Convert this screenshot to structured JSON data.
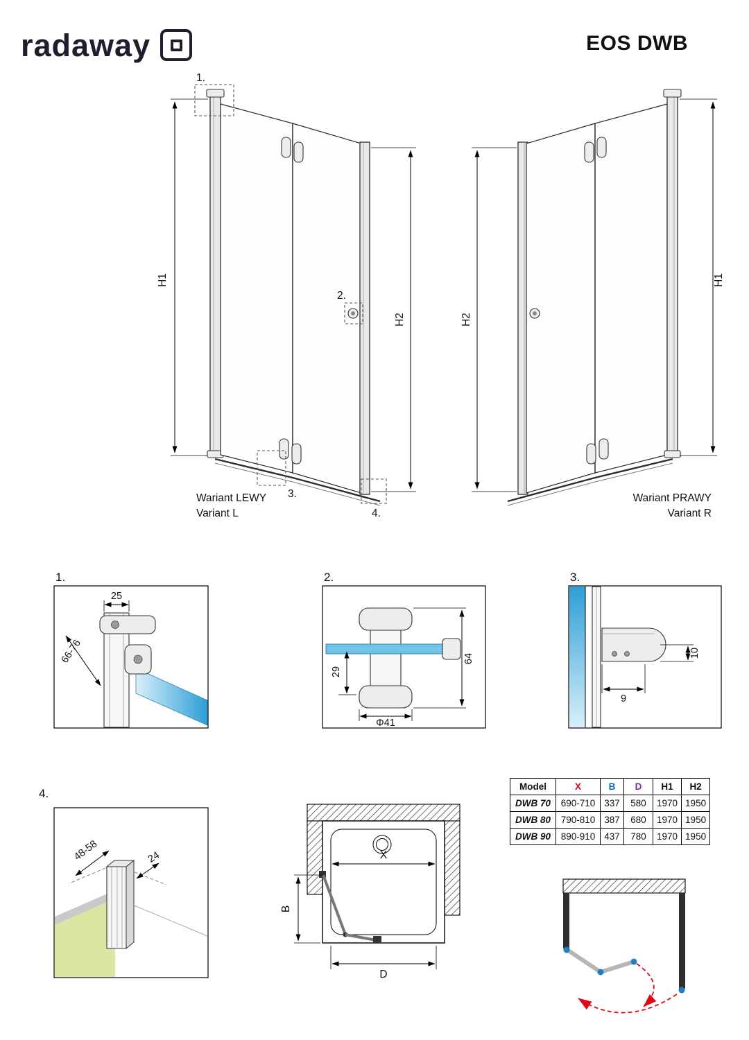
{
  "header": {
    "brand": "radaway",
    "title": "EOS DWB"
  },
  "views": {
    "left": {
      "h1": "H1",
      "h2": "H2",
      "caption1": "Wariant LEWY",
      "caption2": "Variant L",
      "callouts": {
        "c1": "1.",
        "c2": "2.",
        "c3": "3.",
        "c4": "4."
      }
    },
    "right": {
      "h1": "H1",
      "h2": "H2",
      "caption1": "Wariant PRAWY",
      "caption2": "Variant R"
    }
  },
  "details": {
    "d1": {
      "label": "1.",
      "dim_width": "25",
      "dim_range": "66-76"
    },
    "d2": {
      "label": "2.",
      "dim_offset": "29",
      "dim_dia": "Φ41",
      "dim_height": "64"
    },
    "d3": {
      "label": "3.",
      "dim_h": "10",
      "dim_w": "9"
    },
    "d4": {
      "label": "4.",
      "dim_range": "48-58",
      "dim_depth": "24"
    }
  },
  "plan": {
    "x": "X",
    "b": "B",
    "d": "D"
  },
  "table": {
    "headers": [
      "Model",
      "X",
      "B",
      "D",
      "H1",
      "H2"
    ],
    "rows": [
      [
        "DWB 70",
        "690-710",
        "337",
        "580",
        "1970",
        "1950"
      ],
      [
        "DWB 80",
        "790-810",
        "387",
        "680",
        "1970",
        "1950"
      ],
      [
        "DWB 90",
        "890-910",
        "437",
        "780",
        "1970",
        "1950"
      ]
    ]
  },
  "colors": {
    "accent_red": "#e30613",
    "header_x_red": "#e30613",
    "header_b_blue": "#0070bd",
    "header_d_purple": "#72309c",
    "glass_blue": "#2e9ed6",
    "wall_green": "#dbe6a2"
  }
}
